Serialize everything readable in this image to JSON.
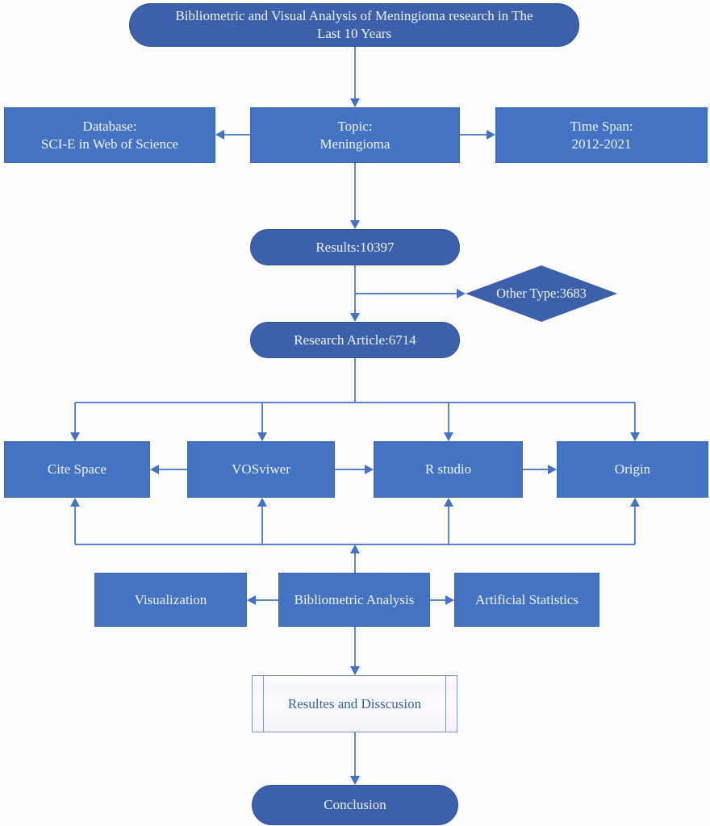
{
  "figure": {
    "type": "flowchart",
    "background": "#fdfdfd"
  },
  "colors": {
    "rect_fill": "#4573c4",
    "pill_fill": "#3c60aa",
    "diamond_fill": "#3c60aa",
    "connector": "#4472c4",
    "node_text": "#eef2f9",
    "predef_fill": "#fbfcfe",
    "predef_border": "#7e92c4",
    "predef_text": "#3a5fa8"
  },
  "nodes": {
    "title": {
      "line1": "Bibliometric and Visual Analysis of Meningioma research in The",
      "line2": "Last 10 Years"
    },
    "database": {
      "line1": "Database:",
      "line2": "SCI-E in Web of Science"
    },
    "topic": {
      "line1": "Topic:",
      "line2": "Meningioma"
    },
    "timespan": {
      "line1": "Time Span:",
      "line2": "2012-2021"
    },
    "results": {
      "label": "Results:10397"
    },
    "other_type": {
      "label": "Other Type:3683"
    },
    "research_article": {
      "label": "Research Article:6714"
    },
    "tools": [
      "Cite Space",
      "VOSviwer",
      "R studio",
      "Origin"
    ],
    "visualization": {
      "label": "Visualization"
    },
    "bibliometric_analysis": {
      "label": "Bibliometric Analysis"
    },
    "artificial_statistics": {
      "label": "Artificial Statistics"
    },
    "results_discussion": {
      "label": "Resultes and Disscusion"
    },
    "conclusion": {
      "label": "Conclusion"
    }
  }
}
